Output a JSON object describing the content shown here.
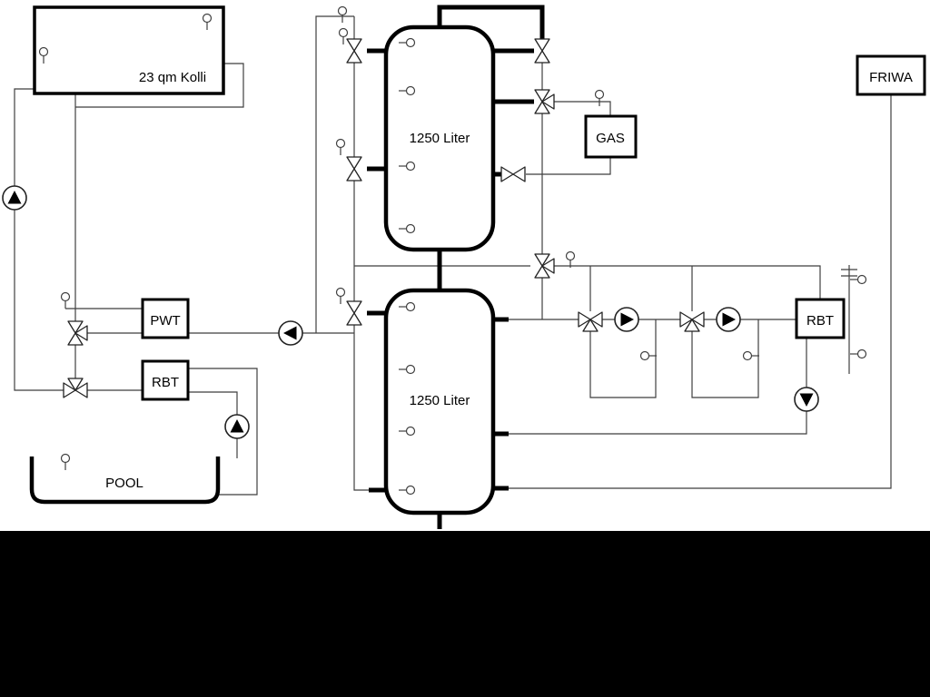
{
  "diagram": {
    "labels": {
      "collector": "23 qm Kolli",
      "tank_top": "1250 Liter",
      "tank_bottom": "1250 Liter",
      "gas_boiler": "GAS",
      "friwa": "FRIWA",
      "pwt": "PWT",
      "rbt_left": "RBT",
      "rbt_right": "RBT",
      "pool": "POOL"
    },
    "colors": {
      "background": "#ffffff",
      "thin_pipe": "#3f3f3f",
      "thick_pipe": "#000000",
      "bottom_band": "#000000",
      "component_fill": "#ffffff"
    },
    "icons": {
      "pump": "circle-with-solid-triangle",
      "three_way_valve": "bowtie-triangles",
      "temperature_sensor": "small-circle-with-stem"
    }
  }
}
